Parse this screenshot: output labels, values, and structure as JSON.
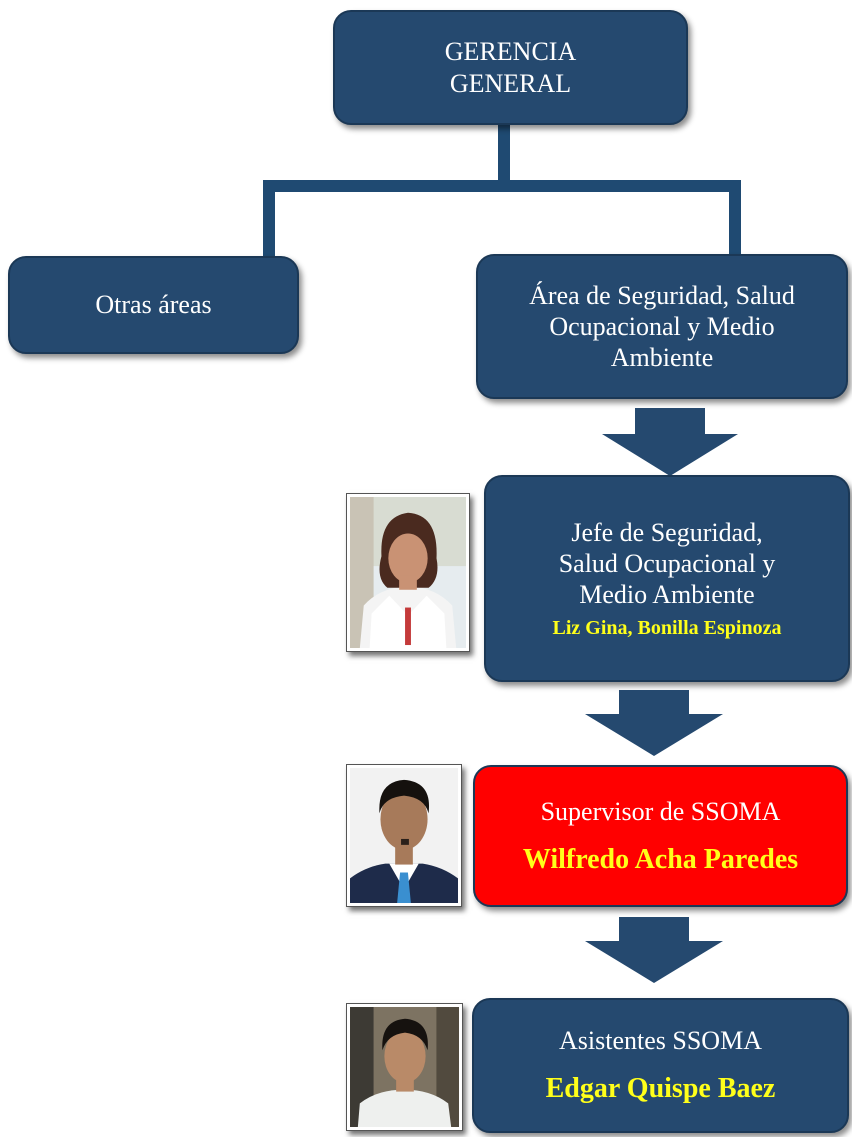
{
  "colors": {
    "box_fill": "#25496f",
    "supervisor_fill": "#ff0000",
    "name_text": "#ffff1a",
    "box_text": "#ffffff",
    "connector": "#1f4a72"
  },
  "nodes": {
    "gerencia": {
      "title": "GERENCIA\nGENERAL"
    },
    "otras": {
      "title": "Otras áreas"
    },
    "area_ssoma": {
      "title": "Área de Seguridad, Salud\nOcupacional y Medio\nAmbiente"
    },
    "jefe": {
      "title": "Jefe de Seguridad,\nSalud Ocupacional y\nMedio Ambiente",
      "name": "Liz Gina, Bonilla Espinoza"
    },
    "supervisor": {
      "title": "Supervisor de SSOMA",
      "name": "Wilfredo Acha Paredes"
    },
    "asistentes": {
      "title": "Asistentes SSOMA",
      "name": "Edgar Quispe Baez"
    }
  },
  "icons": {
    "arrow": "down-arrow-icon",
    "photo_jefe": "woman-portrait-photo",
    "photo_supervisor": "man-portrait-photo",
    "photo_asistente": "man-portrait-photo"
  }
}
